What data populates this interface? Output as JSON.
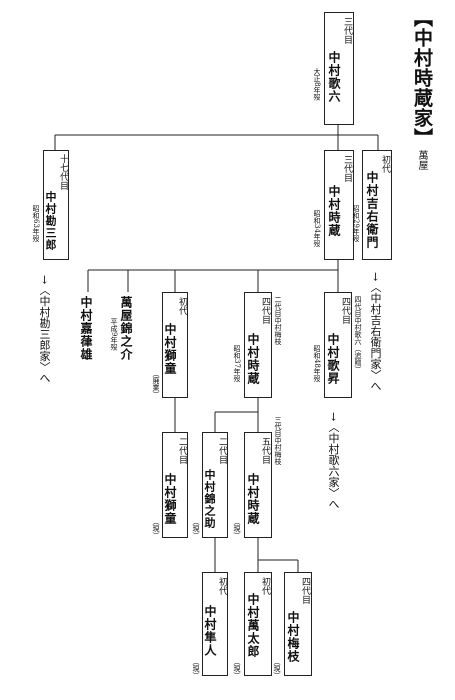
{
  "title": "【中村時蔵家】",
  "yago": "萬屋",
  "nodes": {
    "kaben3": {
      "gen": "三代目",
      "name": "中村歌六",
      "note": "大正8年歿"
    },
    "kanzaburo17": {
      "gen": "十七代目",
      "name": "中村勘三郎",
      "note": "昭和63年歿"
    },
    "tokizo3": {
      "gen": "三代目",
      "name": "中村時蔵",
      "note": "昭和34年歿"
    },
    "kichiemon1": {
      "gen": "初代",
      "name": "中村吉右衛門",
      "note": "昭和29年歿"
    },
    "kahou": {
      "name": "中村嘉葎雄"
    },
    "kinnosuke": {
      "name": "萬屋錦之介",
      "note": "平成9年歿"
    },
    "shido1": {
      "gen": "初代",
      "name": "中村獅童",
      "note": "（廃業）"
    },
    "tokizo4": {
      "gen": "四代目",
      "name": "中村時蔵",
      "pre": "二代目中村梅枝",
      "note": "昭和37年歿"
    },
    "kasho4": {
      "gen": "四代目",
      "name": "中村歌昇",
      "pre": "四代目中村歌六（追贈）",
      "note": "昭和48年歿"
    },
    "shido2": {
      "gen": "二代目",
      "name": "中村獅童",
      "note": "（現）"
    },
    "kinnosuke2": {
      "gen": "二代目",
      "name": "中村錦之助",
      "note": "（現）"
    },
    "tokizo5": {
      "gen": "五代目",
      "name": "中村時蔵",
      "pre": "三代目中村梅枝",
      "note": "（現）"
    },
    "hayato": {
      "gen": "初代",
      "name": "中村隼人",
      "note": "（現）"
    },
    "mantaro": {
      "gen": "初代",
      "name": "中村萬太郎",
      "note": "（現）"
    },
    "baishi": {
      "gen": "四代目",
      "name": "中村梅枝",
      "note": "（現）"
    }
  },
  "refs": {
    "kichiemon_house": "→〈中村吉右衛門家〉へ",
    "kanzaburo_house": "→〈中村勘三郎家〉へ",
    "karoku_house": "→〈中村歌六家〉へ"
  }
}
